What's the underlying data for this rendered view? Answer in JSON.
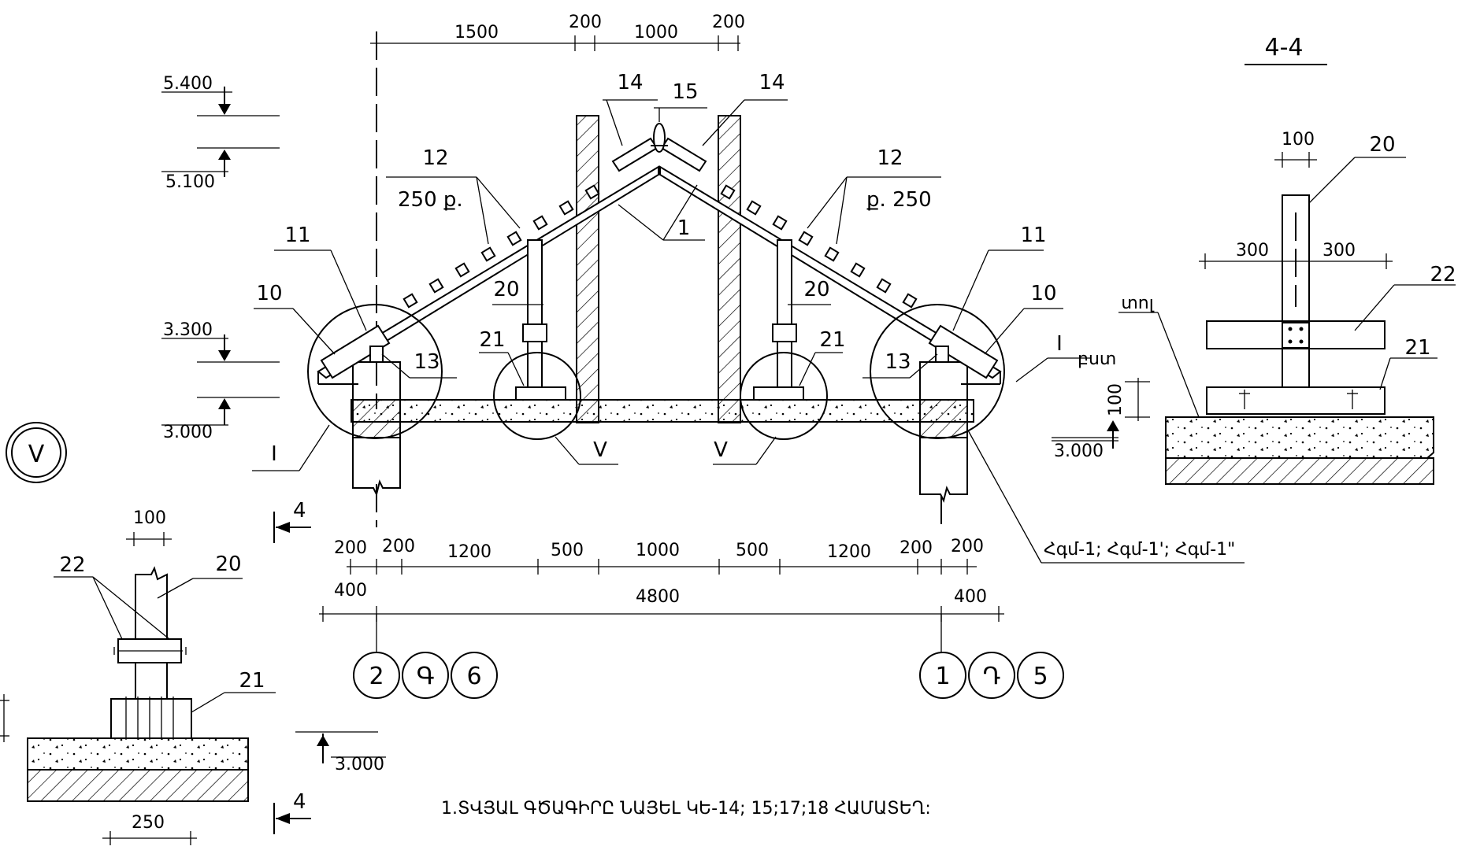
{
  "labels": {
    "section_title": "4-4",
    "dim_1500": "1500",
    "dim_200a": "200",
    "dim_1000_top": "1000",
    "dim_200b": "200",
    "elev_5400": "5.400",
    "elev_5100": "5.100",
    "elev_3300": "3.300",
    "elev_3000_left": "3.000",
    "elev_3000_right": "3.000",
    "elev_3000_detail": "3.000",
    "n14a": "14",
    "n15": "15",
    "n14b": "14",
    "n12a": "12",
    "n12b": "12",
    "slope_left": "250 ք.",
    "slope_right": "ք. 250",
    "n1": "1",
    "n11a": "11",
    "n11b": "11",
    "n10a": "10",
    "n10b": "10",
    "n20a": "20",
    "n20b": "20",
    "n21a": "21",
    "n21b": "21",
    "n13a": "13",
    "n13b": "13",
    "roman1a": "I",
    "roman1b": "I",
    "roman5a": "V",
    "roman5b": "V",
    "roll_text": "բստ",
    "detail_marker": "V",
    "section_mark_top": "4",
    "section_mark_bottom": "4",
    "dim_200c": "200",
    "dim_200d": "200",
    "dim_1200a": "1200",
    "dim_500a": "500",
    "dim_1000_mid": "1000",
    "dim_500b": "500",
    "dim_1200b": "1200",
    "dim_200e": "200",
    "dim_200f": "200",
    "dim_400a": "400",
    "dim_4800": "4800",
    "dim_400b": "400",
    "beam_marks": "Հգմ-1; Հգմ-1'; Հգմ-1\"",
    "axis_2": "2",
    "axis_g": "Գ",
    "axis_6": "6",
    "axis_1": "1",
    "axis_d": "Դ",
    "axis_5": "5",
    "det_100": "100",
    "det_20": "20",
    "det_22": "22",
    "det_21": "21",
    "det_250": "250",
    "sec_100_top": "100",
    "sec_20": "20",
    "sec_300a": "300",
    "sec_300b": "300",
    "sec_22": "22",
    "sec_21": "21",
    "sec_roof": "տոլ",
    "sec_100_side": "100",
    "note": "1.ՏՎՅԱԼ ԳԾԱԳԻՐԸ ՆԱՅԵԼ ԿԵ-14; 15;17;18 ՀԱՄԱՏԵՂ:"
  }
}
